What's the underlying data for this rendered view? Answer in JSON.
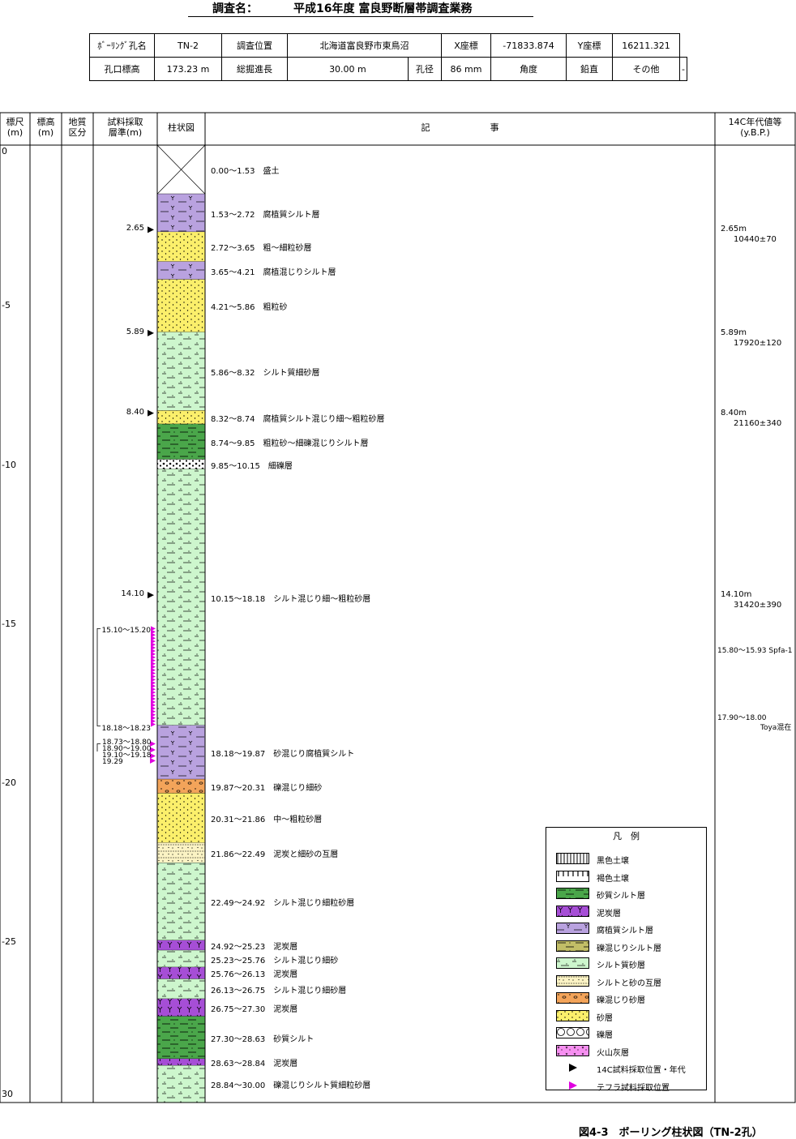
{
  "header": {
    "survey_label": "調査名：",
    "survey_name": "平成16年度 富良野断層帯調査業務"
  },
  "info": {
    "row1": [
      "ﾎﾞｰﾘﾝｸﾞ孔名",
      "TN-2",
      "調査位置",
      "北海道富良野市東鳥沼",
      "X座標",
      "-71833.874",
      "Y座標",
      "16211.321"
    ],
    "row2": [
      "孔口標高",
      "173.23 m",
      "総掘進長",
      "30.00 m",
      "孔径",
      "86 mm",
      "角度",
      "鉛直",
      "その他",
      "-"
    ]
  },
  "columns": {
    "scale": "標尺\n(m)",
    "elev": "標高\n(m)",
    "geo": "地質\n区分",
    "sample": "試料採取\n層準(m)",
    "column": "柱状図",
    "desc1": "記",
    "desc2": "事",
    "age": "14C年代値等\n(y.B.P.)"
  },
  "scale_labels": [
    "0",
    "-5",
    "-10",
    "-15",
    "-20",
    "-25",
    "30"
  ],
  "total_depth": 30,
  "layers": [
    {
      "top": 0.0,
      "bottom": 1.53,
      "label": "0.00～1.53　盛土",
      "type": "fill"
    },
    {
      "top": 1.53,
      "bottom": 2.72,
      "label": "1.53～2.72　腐植質シルト層",
      "type": "humic"
    },
    {
      "top": 2.72,
      "bottom": 3.65,
      "label": "2.72～3.65　粗～細粒砂層",
      "type": "sand"
    },
    {
      "top": 3.65,
      "bottom": 4.21,
      "label": "3.65～4.21　腐植混じりシルト層",
      "type": "humic"
    },
    {
      "top": 4.21,
      "bottom": 5.86,
      "label": "4.21～5.86　粗粒砂",
      "type": "sand"
    },
    {
      "top": 5.86,
      "bottom": 8.32,
      "label": "5.86～8.32　シルト質細砂層",
      "type": "siltysand"
    },
    {
      "top": 8.32,
      "bottom": 8.74,
      "label": "8.32～8.74　腐植質シルト混じり細～粗粒砂層",
      "type": "sand"
    },
    {
      "top": 8.74,
      "bottom": 9.85,
      "label": "8.74～9.85　粗粒砂～細礫混じりシルト層",
      "type": "sandysilt"
    },
    {
      "top": 9.85,
      "bottom": 10.15,
      "label": "9.85～10.15　細礫層",
      "type": "gravel"
    },
    {
      "top": 10.15,
      "bottom": 18.18,
      "label": "10.15～18.18　シルト混じり細～粗粒砂層",
      "type": "siltysand"
    },
    {
      "top": 18.18,
      "bottom": 19.87,
      "label": "18.18～19.87　砂混じり腐植質シルト",
      "type": "humic"
    },
    {
      "top": 19.87,
      "bottom": 20.31,
      "label": "19.87～20.31　礫混じり細砂",
      "type": "gravsand"
    },
    {
      "top": 20.31,
      "bottom": 21.86,
      "label": "20.31～21.86　中～粗粒砂層",
      "type": "sand"
    },
    {
      "top": 21.86,
      "bottom": 22.49,
      "label": "21.86～22.49　泥炭と細砂の互層",
      "type": "alt"
    },
    {
      "top": 22.49,
      "bottom": 24.92,
      "label": "22.49～24.92　シルト混じり細粒砂層",
      "type": "siltysand"
    },
    {
      "top": 24.92,
      "bottom": 25.23,
      "label": "24.92～25.23　泥炭層",
      "type": "peat"
    },
    {
      "top": 25.23,
      "bottom": 25.76,
      "label": "25.23～25.76　シルト混じり細砂",
      "type": "siltysand"
    },
    {
      "top": 25.76,
      "bottom": 26.13,
      "label": "25.76～26.13　泥炭層",
      "type": "peat"
    },
    {
      "top": 26.13,
      "bottom": 26.75,
      "label": "26.13～26.75　シルト混じり細砂層",
      "type": "siltysand"
    },
    {
      "top": 26.75,
      "bottom": 27.3,
      "label": "26.75～27.30　泥炭層",
      "type": "peat"
    },
    {
      "top": 27.3,
      "bottom": 28.63,
      "label": "27.30～28.63　砂質シルト",
      "type": "sandysilt"
    },
    {
      "top": 28.63,
      "bottom": 28.84,
      "label": "28.63～28.84　泥炭層",
      "type": "peat"
    },
    {
      "top": 28.84,
      "bottom": 30.0,
      "label": "28.84～30.00　礫混じりシルト質細粒砂層",
      "type": "siltysand"
    }
  ],
  "c14_samples": [
    {
      "depth": 2.65,
      "label": "2.65",
      "age_depth": "2.65m",
      "age": "10440±70"
    },
    {
      "depth": 5.89,
      "label": "5.89",
      "age_depth": "5.89m",
      "age": "17920±120"
    },
    {
      "depth": 8.4,
      "label": "8.40",
      "age_depth": "8.40m",
      "age": "21160±340"
    },
    {
      "depth": 14.1,
      "label": "14.10",
      "age_depth": "14.10m",
      "age": "31420±390"
    }
  ],
  "tephra": {
    "range_top": "15.10～15.20",
    "range_bottom": "18.18～18.23",
    "lower_labels": [
      "18.73～18.80",
      "18.90～19.00",
      "19.10～19.18",
      "19.29"
    ],
    "notes": [
      {
        "depth": 15.8,
        "text": "15.80～15.93 Spfa-1",
        "sub": ""
      },
      {
        "depth": 17.9,
        "text": "17.90～18.00",
        "sub": "Toya混在"
      }
    ]
  },
  "legend": {
    "title": "凡　例",
    "items": [
      {
        "type": "black",
        "label": "黒色土壌"
      },
      {
        "type": "brown",
        "label": "褐色土壌"
      },
      {
        "type": "sandysilt",
        "label": "砂質シルト層"
      },
      {
        "type": "peat",
        "label": "泥炭層"
      },
      {
        "type": "humic",
        "label": "腐植質シルト層"
      },
      {
        "type": "gravsilt",
        "label": "礫混じりシルト層"
      },
      {
        "type": "siltysand",
        "label": "シルト質砂層"
      },
      {
        "type": "alt",
        "label": "シルトと砂の互層"
      },
      {
        "type": "gravsand",
        "label": "礫混じり砂層"
      },
      {
        "type": "sand",
        "label": "砂層"
      },
      {
        "type": "gravel",
        "label": "礫層"
      },
      {
        "type": "ash",
        "label": "火山灰層"
      },
      {
        "type": "c14mark",
        "label": "14C試料採取位置・年代"
      },
      {
        "type": "tephramark",
        "label": "テフラ試料採取位置"
      }
    ]
  },
  "colors": {
    "sand": "#fbef6b",
    "siltysand": "#cdf6cd",
    "humic": "#b9a2df",
    "peat": "#a64ed6",
    "sandysilt": "#4aa64a",
    "gravsand": "#f3a45a",
    "gravsilt": "#c2be67",
    "alt": "#fbf3c4",
    "ash": "#f68ff0",
    "tephra": "#e000e0"
  },
  "caption": "図4-3　ボーリング柱状図（TN-2孔）"
}
